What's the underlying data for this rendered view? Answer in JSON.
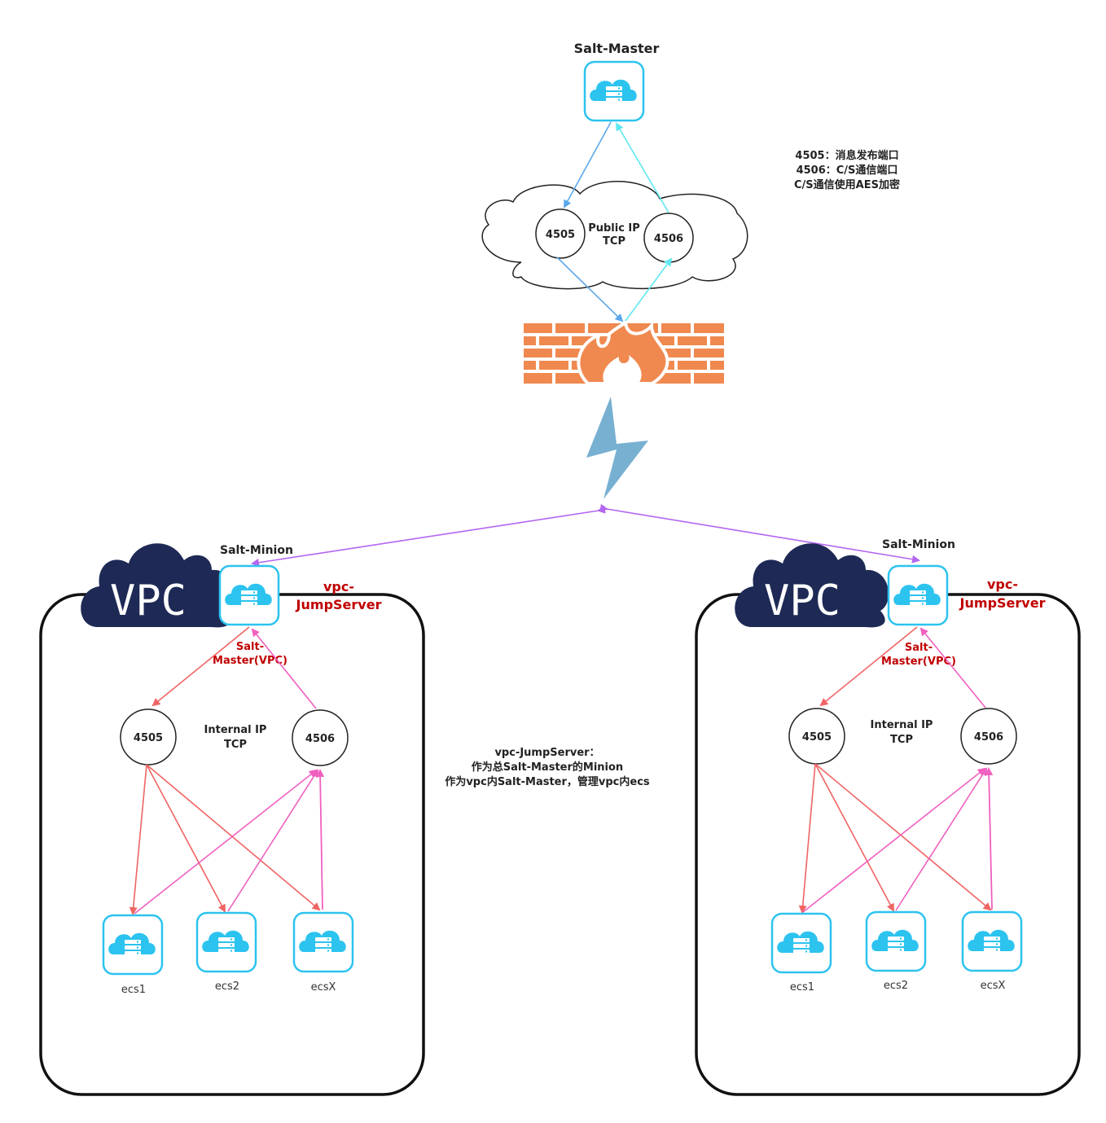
{
  "top": {
    "master_title": "Salt-Master",
    "port_a": "4505",
    "port_b": "4506",
    "cloud_line1": "Public IP",
    "cloud_line2": "TCP"
  },
  "notes": {
    "line1": "4505：消息发布端口",
    "line2": "4506：C/S通信端口",
    "line3": "C/S通信使用AES加密"
  },
  "center_note": {
    "line1": "vpc-JumpServer：",
    "line2": "作为总Salt-Master的Minion",
    "line3": "作为vpc内Salt-Master，管理vpc内ecs"
  },
  "vpcs": [
    {
      "badge": "VPC",
      "minion_title": "Salt-Minion",
      "jump_line1": "vpc-",
      "jump_line2": "JumpServer",
      "inner_master_line1": "Salt-",
      "inner_master_line2": "Master(VPC)",
      "port_a": "4505",
      "port_b": "4506",
      "net_line1": "Internal IP",
      "net_line2": "TCP",
      "hosts": [
        "ecs1",
        "ecs2",
        "ecsX"
      ]
    },
    {
      "badge": "VPC",
      "minion_title": "Salt-Minion",
      "jump_line1": "vpc-",
      "jump_line2": "JumpServer",
      "inner_master_line1": "Salt-",
      "inner_master_line2": "Master(VPC)",
      "port_a": "4505",
      "port_b": "4506",
      "net_line1": "Internal IP",
      "net_line2": "TCP",
      "hosts": [
        "ecs1",
        "ecs2",
        "ecsX"
      ]
    }
  ],
  "colors": {
    "icon_border": "#2cc3ef",
    "icon_fill": "#2cc3ef",
    "vpc_dark": "#1e2a55",
    "firewall": "#f0894f",
    "bolt": "#78b0d2",
    "arrow_blue": "#5aa8ea",
    "arrow_cyan": "#5fe8f0",
    "arrow_purple": "#b366f0",
    "arrow_red": "#f06464",
    "arrow_pink": "#f060c0"
  }
}
